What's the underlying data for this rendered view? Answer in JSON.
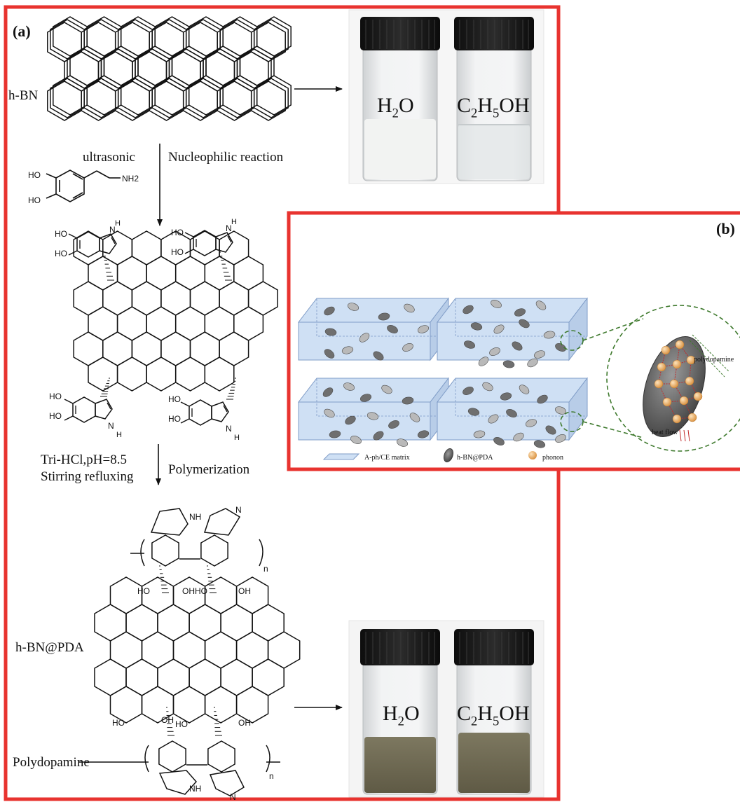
{
  "panel_a": {
    "label": "(a)",
    "hbn_label": "h-BN",
    "step1_left": "ultrasonic",
    "step1_right": "Nucleophilic reaction",
    "step2_left_line1": "Tri-HCl,pH=8.5",
    "step2_left_line2": "Stirring refluxing",
    "step2_right": "Polymerization",
    "hbn_pda_label": "h-BN@PDA",
    "polydopamine_label": "Polydopamine",
    "n": "n",
    "dopamine": {
      "ho": "HO",
      "nh2": "NH2"
    },
    "atoms": {
      "ho": "HO",
      "oh": "OH",
      "n_h": "N",
      "h": "H",
      "nh": "NH",
      "n": "N",
      "ohho": "OHHO"
    }
  },
  "vials_top": {
    "left": "H2O",
    "right": "C2H5OH"
  },
  "vials_bottom": {
    "left": "H2O",
    "right": "C2H5OH"
  },
  "panel_b": {
    "label": "(b)",
    "zoom_polydopamine": "polydopamine",
    "zoom_heat_flow": "heat flow",
    "legend": [
      {
        "label": "A-ph/CE matrix"
      },
      {
        "label": "h-BN@PDA"
      },
      {
        "label": "phonon"
      }
    ]
  },
  "colors": {
    "frame": "#e8332f",
    "matrix_fill": "#cfe0f4",
    "matrix_stroke": "#7f9cc7",
    "particle_dark": "#6f6f6f",
    "particle_light": "#b9b9b9",
    "phonon": "#f2b977",
    "dashed_green": "#3f7a2e"
  }
}
